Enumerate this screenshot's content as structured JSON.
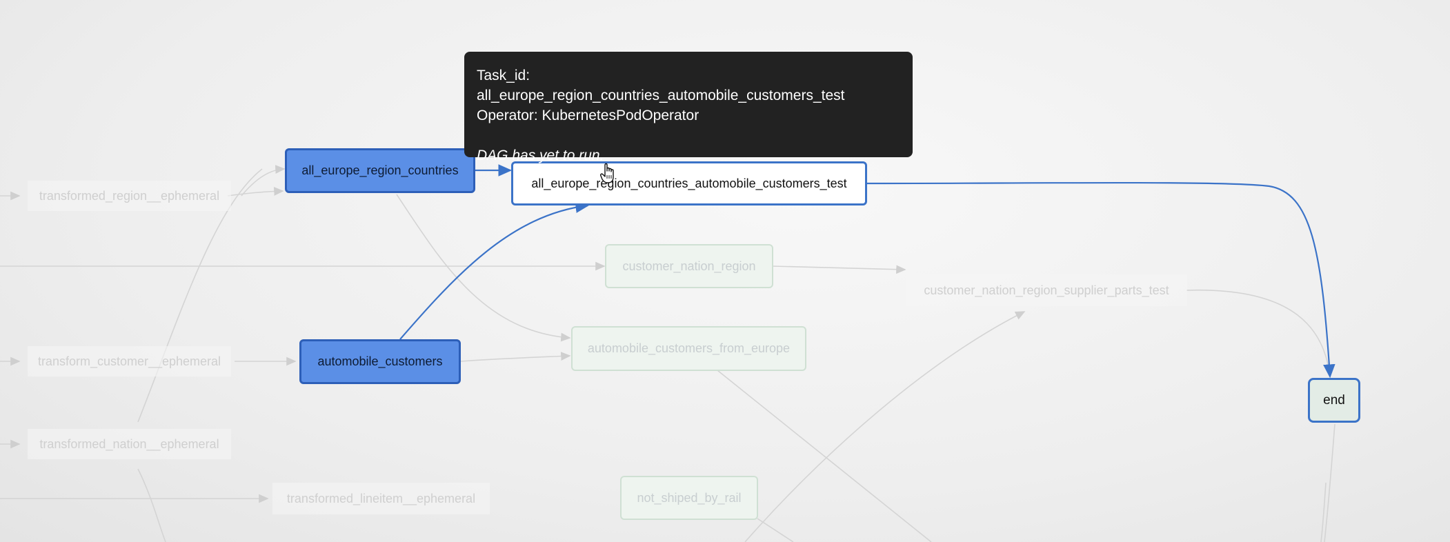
{
  "tooltip": {
    "task_id_line": "Task_id: all_europe_region_countries_automobile_customers_test",
    "operator_line": "Operator: KubernetesPodOperator",
    "status_line": "DAG has yet to run."
  },
  "nodes": {
    "transformed_region": "transformed_region__ephemeral",
    "transform_customer": "transform_customer__ephemeral",
    "transformed_nation": "transformed_nation__ephemeral",
    "transformed_lineitem": "transformed_lineitem__ephemeral",
    "all_europe_region_countries": "all_europe_region_countries",
    "automobile_customers": "automobile_customers",
    "test_node": "all_europe_region_countries_automobile_customers_test",
    "customer_nation_region": "customer_nation_region",
    "automobile_customers_from_europe": "automobile_customers_from_europe",
    "not_shiped_by_rail": "not_shiped_by_rail",
    "supplier_parts_test": "customer_nation_region_supplier_parts_test",
    "end": "end"
  },
  "colors": {
    "active_fill": "#5b8fe6",
    "active_border": "#2d5fb8",
    "highlight_edge": "#3b73c8",
    "faded_edge": "#cfcfcf",
    "tooltip_bg": "#222222"
  },
  "icons": {
    "cursor": "hand-pointer-icon"
  }
}
